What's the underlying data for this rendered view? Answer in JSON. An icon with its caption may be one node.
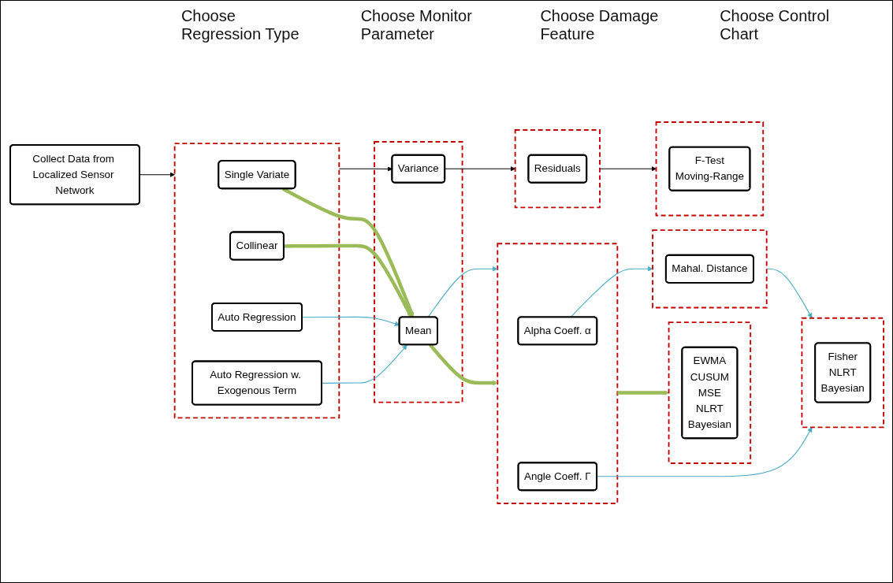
{
  "diagram": {
    "nodes": [
      {
        "text": [
          "Collect Data from Localized Sensor Network"
        ]
      },
      {
        "text": [],
        "shape": "box"
      },
      {
        "text": [
          "Single Variate"
        ],
        "in": 1
      },
      {
        "text": [
          "Collinear"
        ],
        "in": 1
      },
      {
        "text": [
          "Auto Regression"
        ],
        "in": 1
      },
      {
        "text": [
          "Auto Regression w. Exogenous Term"
        ],
        "in": 1
      },
      {
        "text": [],
        "shape": "box"
      },
      {
        "text": [
          "Variance"
        ],
        "in": 6
      },
      {
        "text": [
          "Mean"
        ],
        "in": 6
      },
      {
        "text": [],
        "shape": "box"
      },
      {
        "text": [
          "Residuals"
        ],
        "in": 9
      },
      {
        "text": [],
        "shape": "box"
      },
      {
        "text": [
          "Alpha Coeff. α"
        ],
        "in": 11
      },
      {
        "text": [
          "Angle Coeff. Γ"
        ],
        "in": 11
      },
      {
        "text": [],
        "shape": "box"
      },
      {
        "text": [
          "F-Test",
          "Moving-Range"
        ],
        "in": 14
      },
      {
        "text": [],
        "shape": "box"
      },
      {
        "text": [
          "EWMA",
          "CUSUM",
          "MSE",
          "NLRT",
          "Bayesian"
        ],
        "in": 16
      },
      {
        "text": [],
        "shape": "box"
      },
      {
        "text": [
          "Mahal. Distance"
        ],
        "in": 18
      },
      {
        "text": [],
        "shape": "box"
      },
      {
        "text": [
          "Fisher",
          "NLRT",
          "Bayesian"
        ],
        "in": 20
      }
    ],
    "edges": [
      {
        "from": 0,
        "to": 1,
        "arrow": "to",
        "color": "#000000"
      },
      {
        "from": 1,
        "to": 7,
        "arrow": "to",
        "color": "#000000"
      },
      {
        "from": 2,
        "to": 8,
        "arrow": "to",
        "style": "thick",
        "color": "#9bbb59"
      },
      {
        "from": 3,
        "to": 8,
        "arrow": "to",
        "style": "thick",
        "color": "#9bbb59"
      },
      {
        "from": 4,
        "to": 8,
        "arrow": "to",
        "color": "#4bacc6"
      },
      {
        "from": 5,
        "to": 8,
        "arrow": "to",
        "color": "#4bacc6"
      },
      {
        "from": 7,
        "to": 9,
        "arrow": "to",
        "color": "#000000"
      },
      {
        "from": 8,
        "to": 11,
        "arrow": "to",
        "style": "thick",
        "color": "#9bbb59"
      },
      {
        "from": 8,
        "to": 11,
        "arrow": "to",
        "color": "#4bacc6"
      },
      {
        "from": 9,
        "to": 14,
        "arrow": "to",
        "color": "#000000"
      },
      {
        "from": 11,
        "to": 16,
        "arrow": "to",
        "style": "thick",
        "color": "#9bbb59"
      },
      {
        "from": 12,
        "to": 18,
        "arrow": "to",
        "color": "#4bacc6"
      },
      {
        "from": 18,
        "to": 20,
        "arrow": "to",
        "color": "#4bacc6"
      },
      {
        "from": 13,
        "to": 20,
        "arrow": "to",
        "color": "#4bacc6"
      }
    ],
    "labels": [
      "Choose Regression Type",
      "Choose Monitor Parameter",
      "Choose Damage Feature",
      "Choose Control Chart"
    ]
  }
}
